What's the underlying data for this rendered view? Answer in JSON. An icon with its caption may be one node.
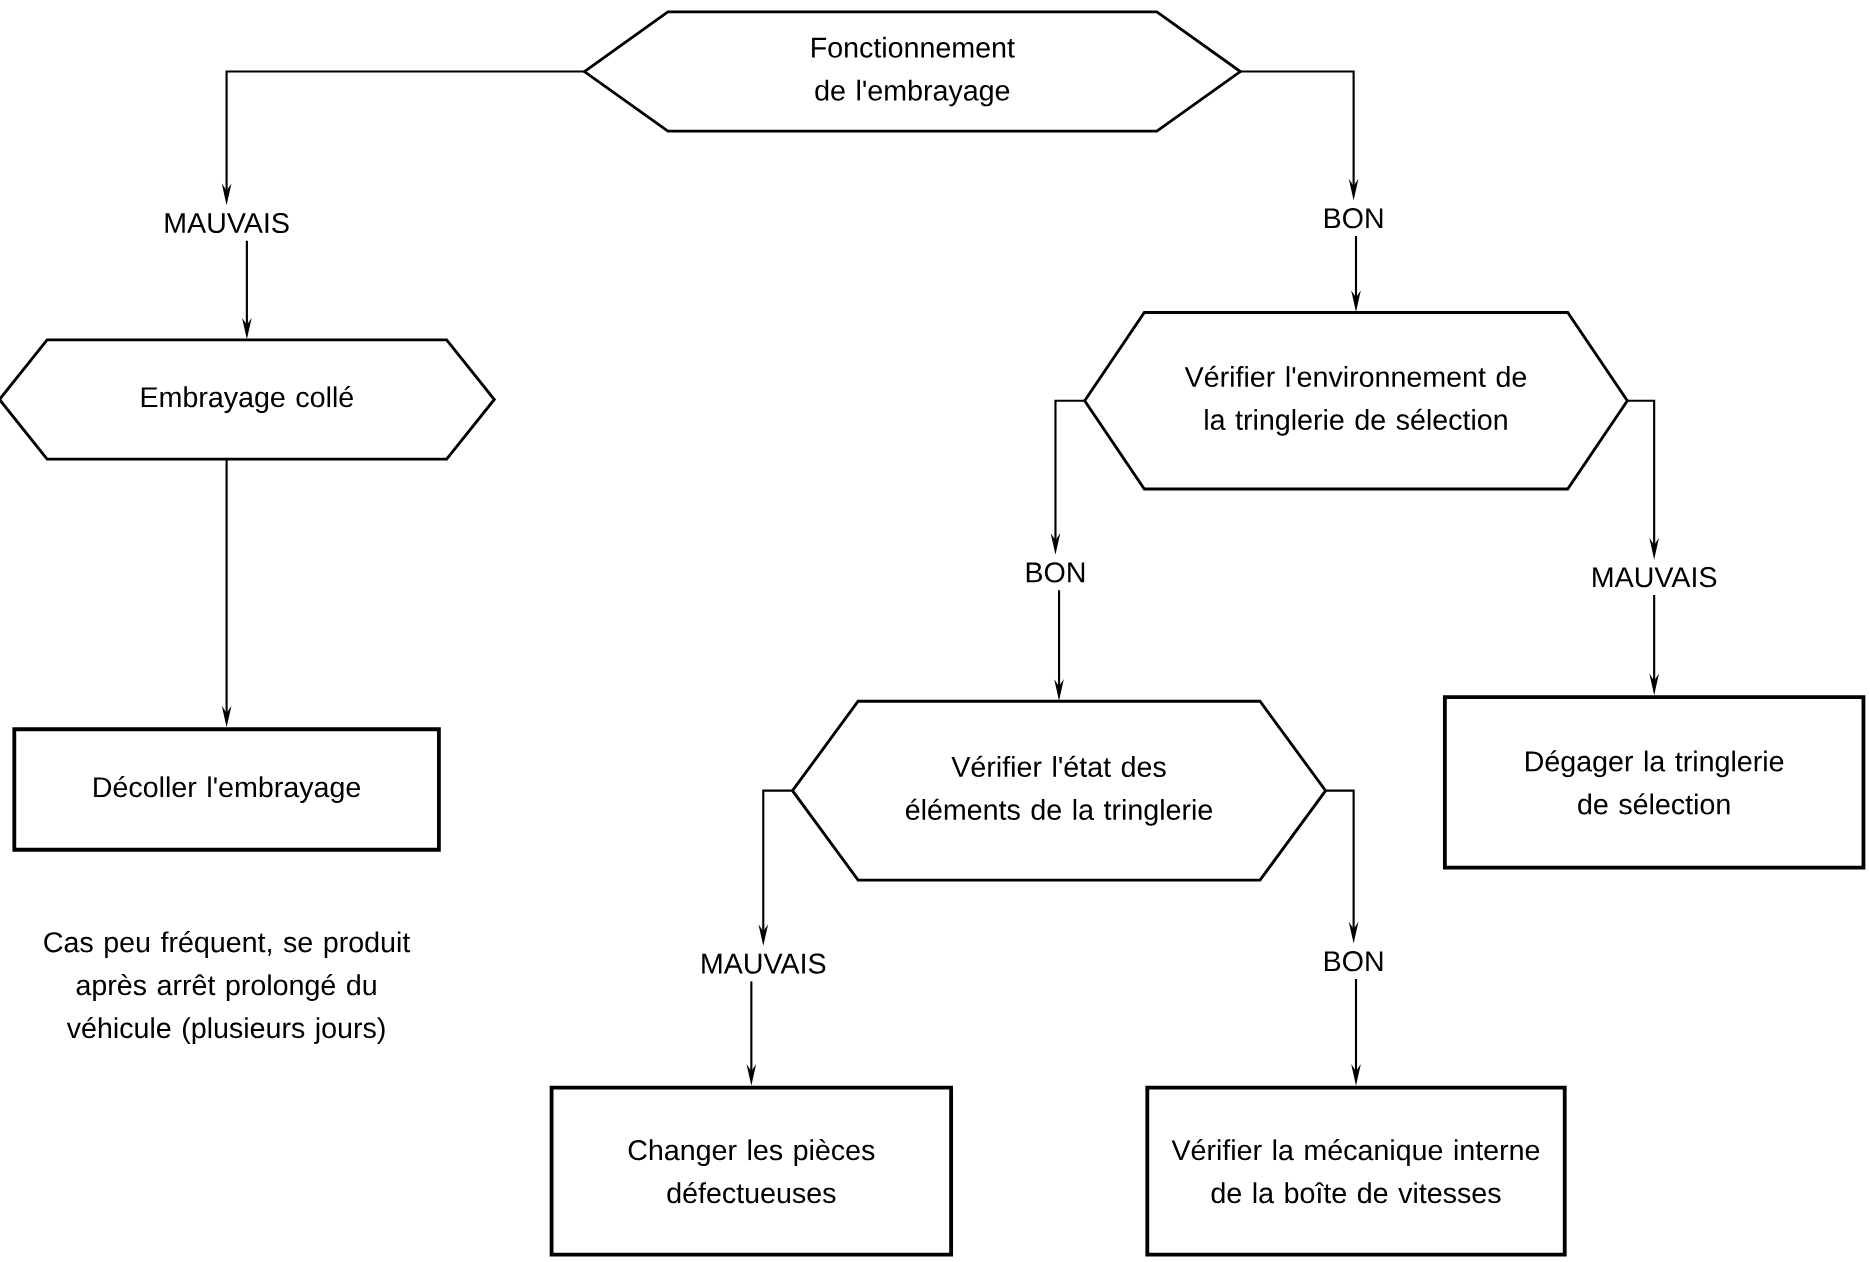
{
  "diagram": {
    "nodes": [
      {
        "text": [
          "Fonctionnement de l'embrayage"
        ]
      },
      {
        "text": [
          "MAUVAIS"
        ]
      },
      {
        "text": [
          "BON"
        ]
      },
      {
        "text": [
          "Embrayage collé"
        ]
      },
      {
        "text": [
          "Vérifier l'environnement de la tringlerie de sélection"
        ]
      },
      {
        "text": [
          "BON"
        ]
      },
      {
        "text": [
          "MAUVAIS"
        ]
      },
      {
        "text": [
          "Décoller l'embrayage"
        ],
        "beside": [
          "Cas peu fréquent, se produit après arrêt prolongé du véhicule (plusieurs jours)"
        ]
      },
      {
        "text": [
          "Vérifier l'état des éléments de la tringlerie"
        ]
      },
      {
        "text": [
          "Dégager la tringlerie de sélection"
        ]
      },
      {
        "text": [
          "MAUVAIS"
        ]
      },
      {
        "text": [
          "BON"
        ]
      },
      {
        "text": [
          "Changer les pièces défectueuses"
        ]
      },
      {
        "text": [
          "Vérifier la mécanique interne de la boîte de vitesses"
        ]
      }
    ],
    "edges": [
      {
        "from": 0,
        "to": 1,
        "arrow": "to"
      },
      {
        "from": 0,
        "to": 2,
        "arrow": "to"
      },
      {
        "from": 1,
        "to": 3,
        "arrow": "to"
      },
      {
        "from": 2,
        "to": 4,
        "arrow": "to"
      },
      {
        "from": 3,
        "to": 7,
        "arrow": "to"
      },
      {
        "from": 4,
        "to": 5,
        "arrow": "to"
      },
      {
        "from": 4,
        "to": 6,
        "arrow": "to"
      },
      {
        "from": 5,
        "to": 8,
        "arrow": "to"
      },
      {
        "from": 6,
        "to": 9,
        "arrow": "to"
      },
      {
        "from": 8,
        "to": 10,
        "arrow": "to"
      },
      {
        "from": 8,
        "to": 11,
        "arrow": "to"
      },
      {
        "from": 10,
        "to": 12,
        "arrow": "to"
      },
      {
        "from": 11,
        "to": 13,
        "arrow": "to"
      }
    ]
  }
}
